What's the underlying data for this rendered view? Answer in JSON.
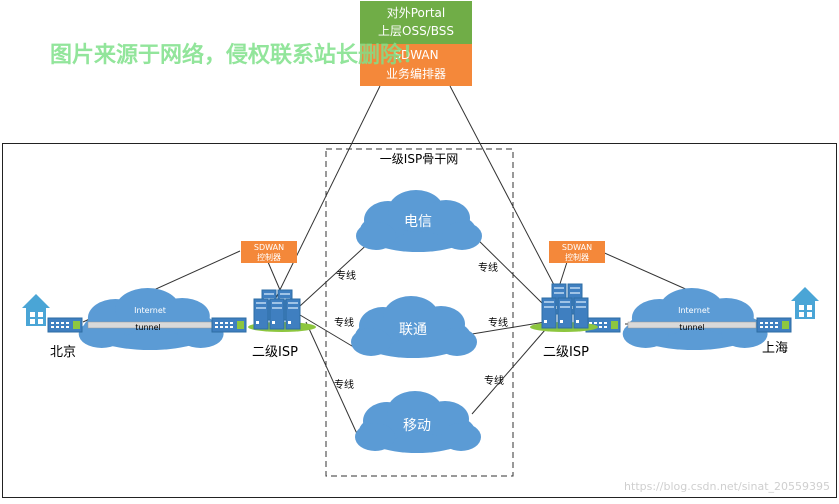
{
  "top_box": {
    "green_line1": "对外Portal",
    "green_line2": "上层OSS/BSS",
    "orange_line1": "SDWAN",
    "orange_line2": "业务编排器"
  },
  "watermark_top": "图片来源于网络，侵权联系站长删除！",
  "backbone_label": "一级ISP骨干网",
  "clouds": {
    "telecom": "电信",
    "unicom": "联通",
    "mobile": "移动",
    "internet_left": "Internet",
    "internet_right": "Internet"
  },
  "controller_left": {
    "line1": "SDWAN",
    "line2": "控制器"
  },
  "controller_right": {
    "line1": "SDWAN",
    "line2": "控制器"
  },
  "tunnel_left": "tunnel",
  "tunnel_right": "tunnel",
  "dedicated_line": "专线",
  "sites": {
    "beijing": "北京",
    "shanghai": "上海",
    "isp_left": "二级ISP",
    "isp_right": "二级ISP"
  },
  "watermark_bottom": "https://blog.csdn.net/sinat_20559395",
  "colors": {
    "green_box": "#70ad47",
    "orange_box": "#f4883a",
    "cloud": "#5b9bd5",
    "house": "#4aa5d6"
  }
}
